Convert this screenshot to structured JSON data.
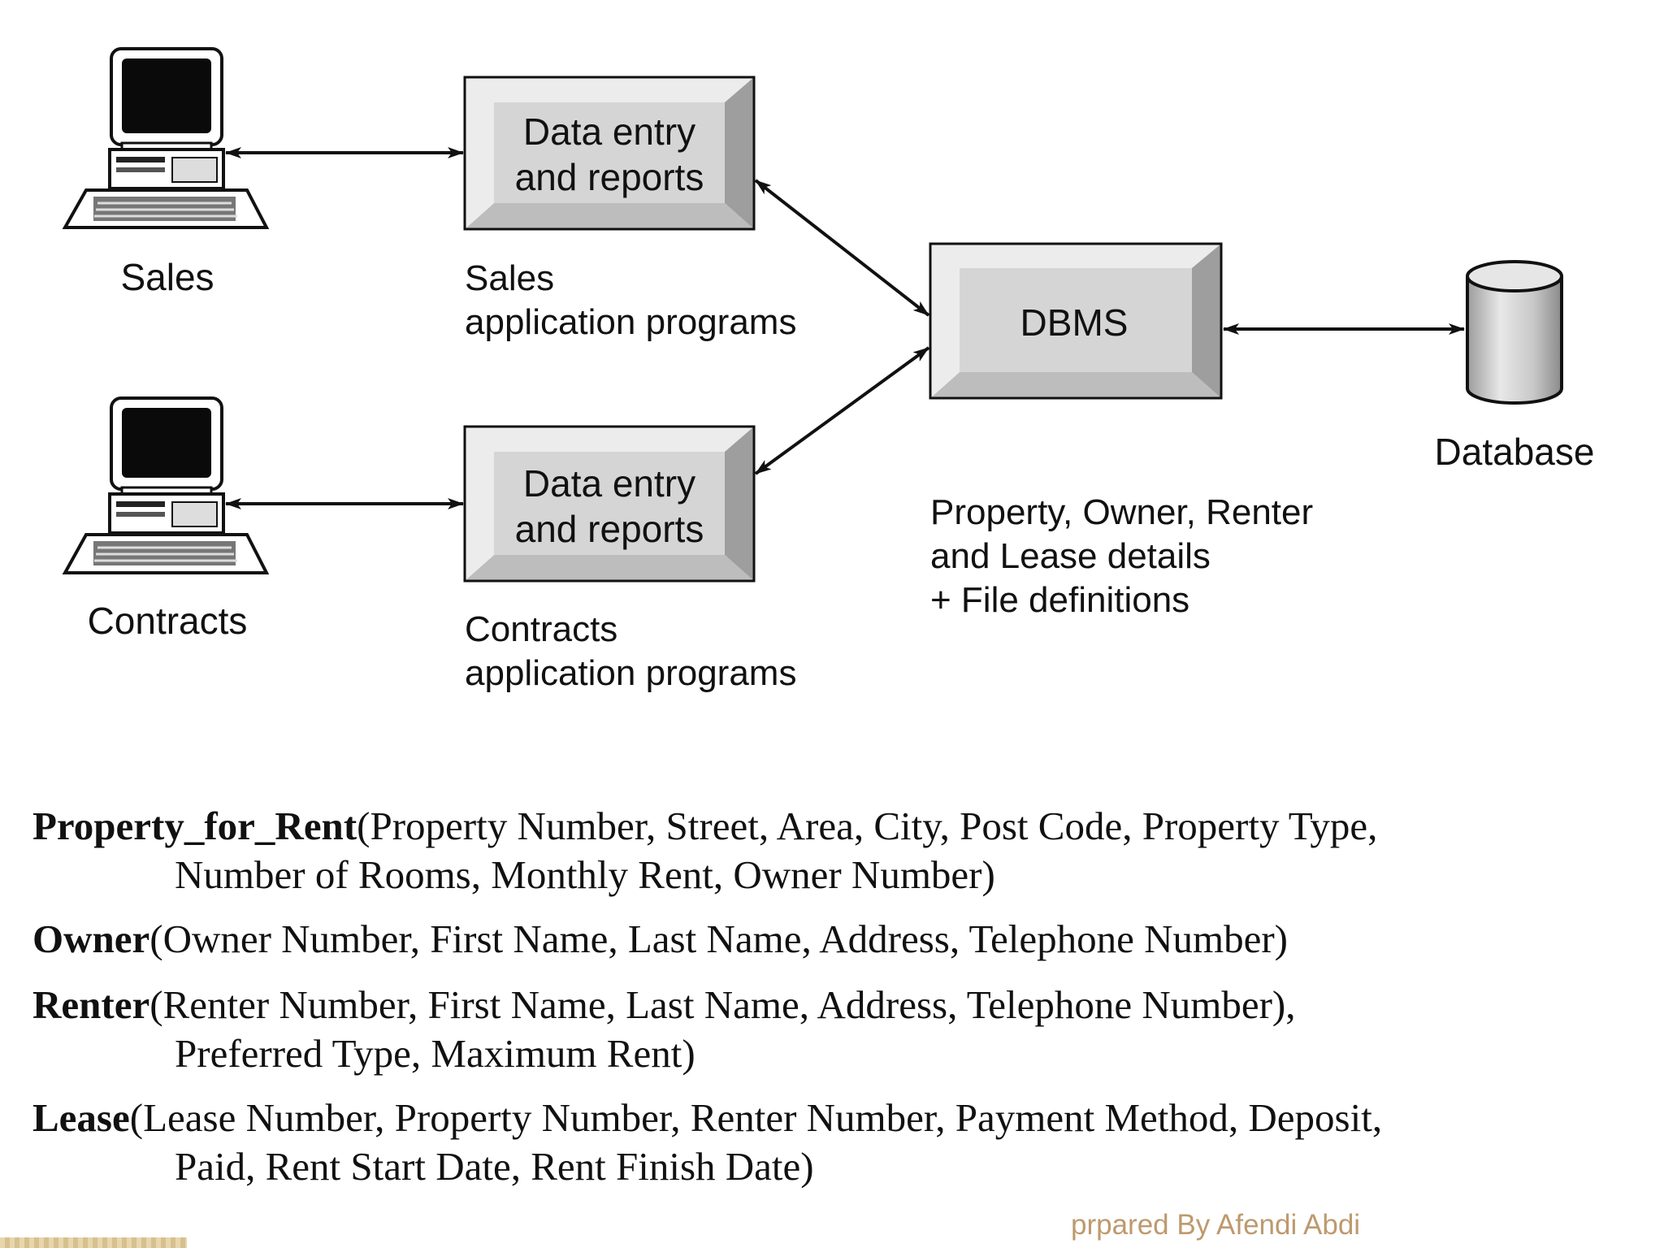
{
  "diagram": {
    "terminals": [
      {
        "label": "Sales"
      },
      {
        "label": "Contracts"
      }
    ],
    "app_boxes": [
      {
        "line1": "Data entry",
        "line2": "and reports",
        "caption1": "Sales",
        "caption2": "application programs"
      },
      {
        "line1": "Data entry",
        "line2": "and reports",
        "caption1": "Contracts",
        "caption2": "application programs"
      }
    ],
    "dbms": {
      "label": "DBMS",
      "caption": [
        "Property, Owner, Renter",
        "and Lease details",
        "+ File definitions"
      ]
    },
    "database": {
      "label": "Database"
    }
  },
  "schema": [
    {
      "name": "Property_for_Rent",
      "lines": [
        "(Property Number, Street, Area, City, Post Code, Property Type,",
        "Number of Rooms, Monthly Rent, Owner Number)"
      ]
    },
    {
      "name": "Owner",
      "lines": [
        "(Owner Number, First Name, Last Name, Address, Telephone Number)"
      ]
    },
    {
      "name": "Renter",
      "lines": [
        "(Renter Number, First Name, Last Name, Address, Telephone Number),",
        "Preferred Type, Maximum Rent)"
      ]
    },
    {
      "name": "Lease",
      "lines": [
        "(Lease Number, Property Number, Renter Number, Payment Method, Deposit,",
        "Paid, Rent Start Date, Rent Finish Date)"
      ]
    }
  ],
  "credit": "prpared By Afendi Abdi"
}
